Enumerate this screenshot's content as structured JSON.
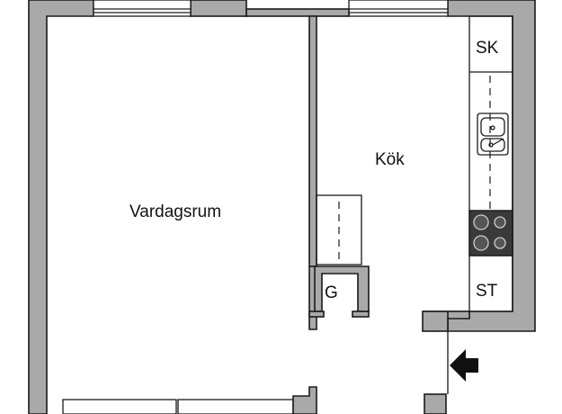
{
  "rooms": {
    "living_room": "Vardagsrum",
    "kitchen": "Kök",
    "closet": "G",
    "storage_cabinet": "SK",
    "storage": "ST"
  },
  "colors": {
    "wall_fill": "#a9a9a9",
    "line": "#1a1a1a",
    "stove": "#3a3a3a",
    "background": "#ffffff"
  },
  "icons": {
    "sink": "sink-icon",
    "stove": "stove-icon",
    "entrance": "entrance-arrow-icon"
  }
}
